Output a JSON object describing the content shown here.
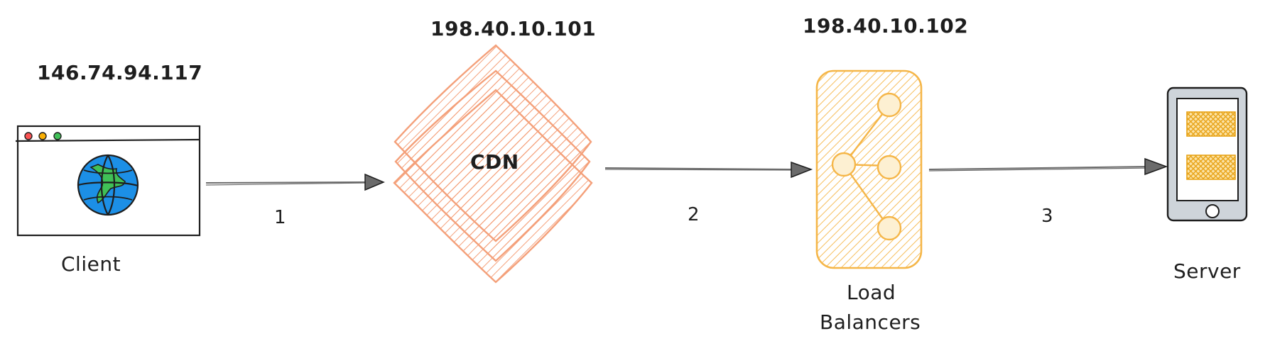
{
  "nodes": {
    "client": {
      "ip": "146.74.94.117",
      "label": "Client"
    },
    "cdn": {
      "ip": "198.40.10.101",
      "label": "CDN"
    },
    "load_balancer": {
      "ip": "198.40.10.102",
      "label_line1": "Load",
      "label_line2": "Balancers"
    },
    "server": {
      "label": "Server"
    }
  },
  "edges": [
    {
      "label": "1"
    },
    {
      "label": "2"
    },
    {
      "label": "3"
    }
  ],
  "colors": {
    "stroke": "#1e1e1e",
    "arrow": "#6b6b6b",
    "cdn_hatch": "#f4a07a",
    "lb_hatch": "#f5b648",
    "globe_blue": "#1c8fe6",
    "globe_green": "#40c057",
    "dot_red": "#fa5252",
    "dot_yellow": "#fab005",
    "dot_green": "#40c057",
    "phone_gray": "#ced4da",
    "screen_tile": "#f7c04a"
  }
}
